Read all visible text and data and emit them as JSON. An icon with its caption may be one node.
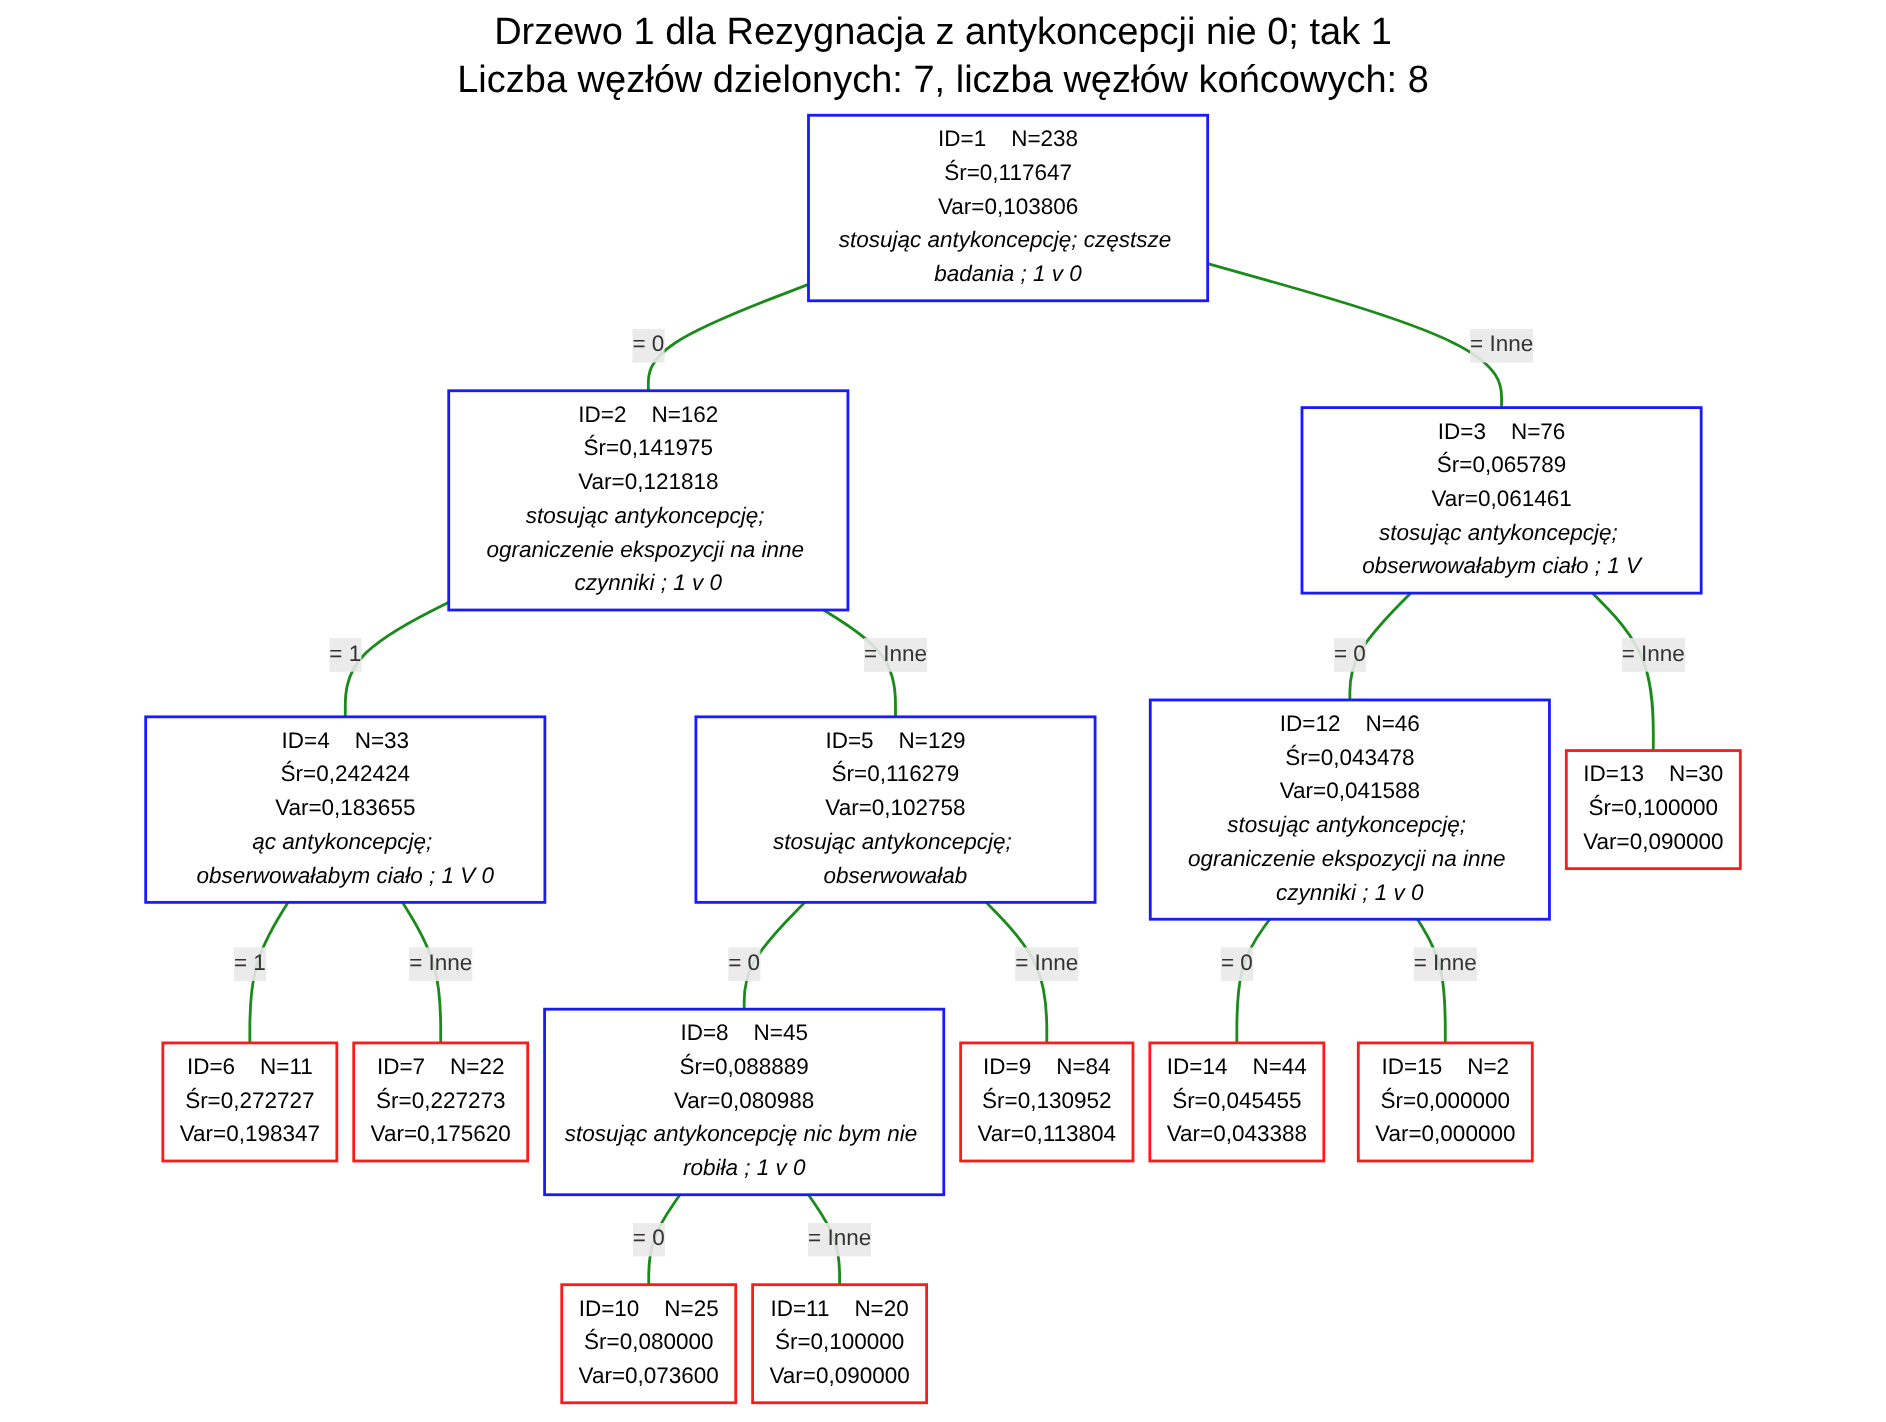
{
  "diagram": {
    "title": "Drzewo 1 dla Rezygnacja z antykoncepcji nie 0; tak 1",
    "nodes": [
      {
        "text": [
          "ID=1",
          "N=238",
          "Śr=0,117647",
          "Var=0,103806",
          "stosując antykoncepcję; częstsze badania ; 1 v 0"
        ]
      },
      {
        "text": [
          "ID=2",
          "N=162",
          "Śr=0,141975",
          "Var=0,121818",
          "stosując antykoncepcję; ograniczenie ekspozycji na inne czynniki ; 1 v 0"
        ]
      },
      {
        "text": [
          "ID=3",
          "N=76",
          "Śr=0,065789",
          "Var=0,061461",
          "stosując antykoncepcję; obserwowałabym ciało ; 1 V"
        ]
      },
      {
        "text": [
          "ID=4",
          "N=33",
          "Śr=0,242424",
          "Var=0,183655",
          "ąc antykoncepcję; obserwowałabym ciało ; 1 V 0"
        ]
      },
      {
        "text": [
          "ID=5",
          "N=129",
          "Śr=0,116279",
          "Var=0,102758",
          "stosując antykoncepcję; obserwowałab"
        ]
      },
      {
        "text": [
          "ID=12",
          "N=46",
          "Śr=0,043478",
          "Var=0,041588",
          "stosując antykoncepcję; ograniczenie ekspozycji na inne czynniki ; 1 v 0"
        ]
      },
      {
        "text": [
          "ID=13",
          "N=30",
          "Śr=0,100000",
          "Var=0,090000"
        ]
      },
      {
        "text": [
          "ID=6",
          "N=11",
          "Śr=0,272727",
          "Var=0,198347"
        ]
      },
      {
        "text": [
          "ID=7",
          "N=22",
          "Śr=0,227273",
          "Var=0,175620"
        ]
      },
      {
        "text": [
          "ID=8",
          "N=45",
          "Śr=0,088889",
          "Var=0,080988",
          "stosując antykoncepcję nic bym nie robiła ; 1 v 0"
        ]
      },
      {
        "text": [
          "ID=9",
          "N=84",
          "Śr=0,130952",
          "Var=0,113804"
        ]
      },
      {
        "text": [
          "ID=14",
          "N=44",
          "Śr=0,045455",
          "Var=0,043388"
        ]
      },
      {
        "text": [
          "ID=15",
          "N=2",
          "Śr=0,000000",
          "Var=0,000000"
        ]
      },
      {
        "text": [
          "ID=10",
          "N=25",
          "Śr=0,080000",
          "Var=0,073600"
        ]
      },
      {
        "text": [
          "ID=11",
          "N=20",
          "Śr=0,100000",
          "Var=0,090000"
        ]
      }
    ],
    "edges": [
      {
        "from": 0,
        "to": 1,
        "arrow": "none",
        "label": "= 0"
      },
      {
        "from": 0,
        "to": 2,
        "arrow": "none",
        "label": "= Inne"
      },
      {
        "from": 1,
        "to": 3,
        "arrow": "none",
        "label": "= 1"
      },
      {
        "from": 1,
        "to": 4,
        "arrow": "none",
        "label": "= Inne"
      },
      {
        "from": 2,
        "to": 5,
        "arrow": "none",
        "label": "= 0"
      },
      {
        "from": 2,
        "to": 6,
        "arrow": "none",
        "label": "= Inne"
      },
      {
        "from": 3,
        "to": 7,
        "arrow": "none",
        "label": "= 1"
      },
      {
        "from": 3,
        "to": 8,
        "arrow": "none",
        "label": "= Inne"
      },
      {
        "from": 4,
        "to": 9,
        "arrow": "none",
        "label": "= 0"
      },
      {
        "from": 4,
        "to": 10,
        "arrow": "none",
        "label": "= Inne"
      },
      {
        "from": 5,
        "to": 11,
        "arrow": "none",
        "label": "= 0"
      },
      {
        "from": 5,
        "to": 12,
        "arrow": "none",
        "label": "= Inne"
      },
      {
        "from": 9,
        "to": 13,
        "arrow": "none",
        "label": "= 0"
      },
      {
        "from": 9,
        "to": 14,
        "arrow": "none",
        "label": "= Inne"
      }
    ],
    "labels": [
      "Liczba węzłów dzielonych: 7, liczba węzłów końcowych: 8"
    ]
  }
}
